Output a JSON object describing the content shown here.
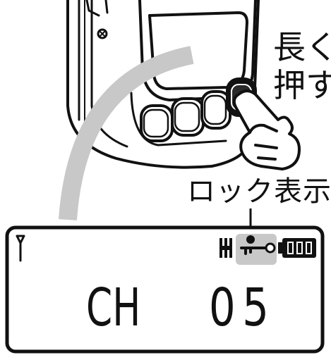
{
  "instruction": {
    "line1": "長く",
    "line2": "押す"
  },
  "lock_indicator": {
    "label": "ロック表示"
  },
  "lcd": {
    "channel_prefix": "CH",
    "channel_number": "05"
  },
  "colors": {
    "outline": "#111111",
    "highlight_gray": "#c8c8c8",
    "background": "#ffffff"
  },
  "icons": [
    "antenna-icon",
    "high-power-icon",
    "key-lock-icon",
    "battery-icon",
    "pointing-hand-icon"
  ]
}
